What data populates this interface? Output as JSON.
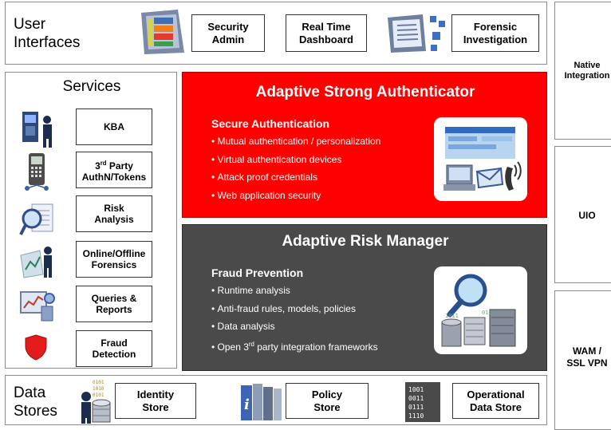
{
  "user_interfaces": {
    "label_line1": "User",
    "label_line2": "Interfaces",
    "security_admin": [
      "Security",
      "Admin"
    ],
    "realtime_dashboard": [
      "Real Time",
      "Dashboard"
    ],
    "forensic_investigation": [
      "Forensic",
      "Investigation"
    ]
  },
  "services": {
    "title": "Services",
    "items": [
      {
        "icon": "person-at-terminal-icon",
        "lines": [
          "KBA"
        ]
      },
      {
        "icon": "mobile-token-icon",
        "lines": [
          "3rd Party",
          "AuthN/Tokens"
        ]
      },
      {
        "icon": "magnifier-report-icon",
        "lines": [
          "Risk",
          "Analysis"
        ]
      },
      {
        "icon": "investigator-chart-icon",
        "lines": [
          "Online/Offline",
          "Forensics"
        ]
      },
      {
        "icon": "report-monitor-icon",
        "lines": [
          "Queries &",
          "Reports"
        ]
      },
      {
        "icon": "red-shield-icon",
        "lines": [
          "Fraud",
          "Detection"
        ]
      }
    ]
  },
  "authenticator": {
    "title": "Adaptive Strong Authenticator",
    "subtitle": "Secure Authentication",
    "bullets": [
      "Mutual authentication / personalization",
      "Virtual authentication devices",
      "Attack proof credentials",
      "Web application security"
    ],
    "bg_color": "#ff0000"
  },
  "risk_manager": {
    "title": "Adaptive Risk Manager",
    "subtitle": "Fraud Prevention",
    "bullets": [
      "Runtime analysis",
      "Anti-fraud rules, models, policies",
      "Data analysis",
      "Open 3rd party integration frameworks"
    ],
    "bg_color": "#4a4a4a"
  },
  "data_stores": {
    "label_line1": "Data",
    "label_line2": "Stores",
    "identity_store": [
      "Identity",
      "Store"
    ],
    "policy_store": [
      "Policy",
      "Store"
    ],
    "operational_store": [
      "Operational",
      "Data Store"
    ],
    "binary_text": [
      "0101",
      "1010",
      "0101"
    ]
  },
  "side": {
    "native_integration": [
      "Native",
      "Integration"
    ],
    "uio": "UIO",
    "wam": [
      "WAM /",
      "SSL VPN"
    ]
  }
}
